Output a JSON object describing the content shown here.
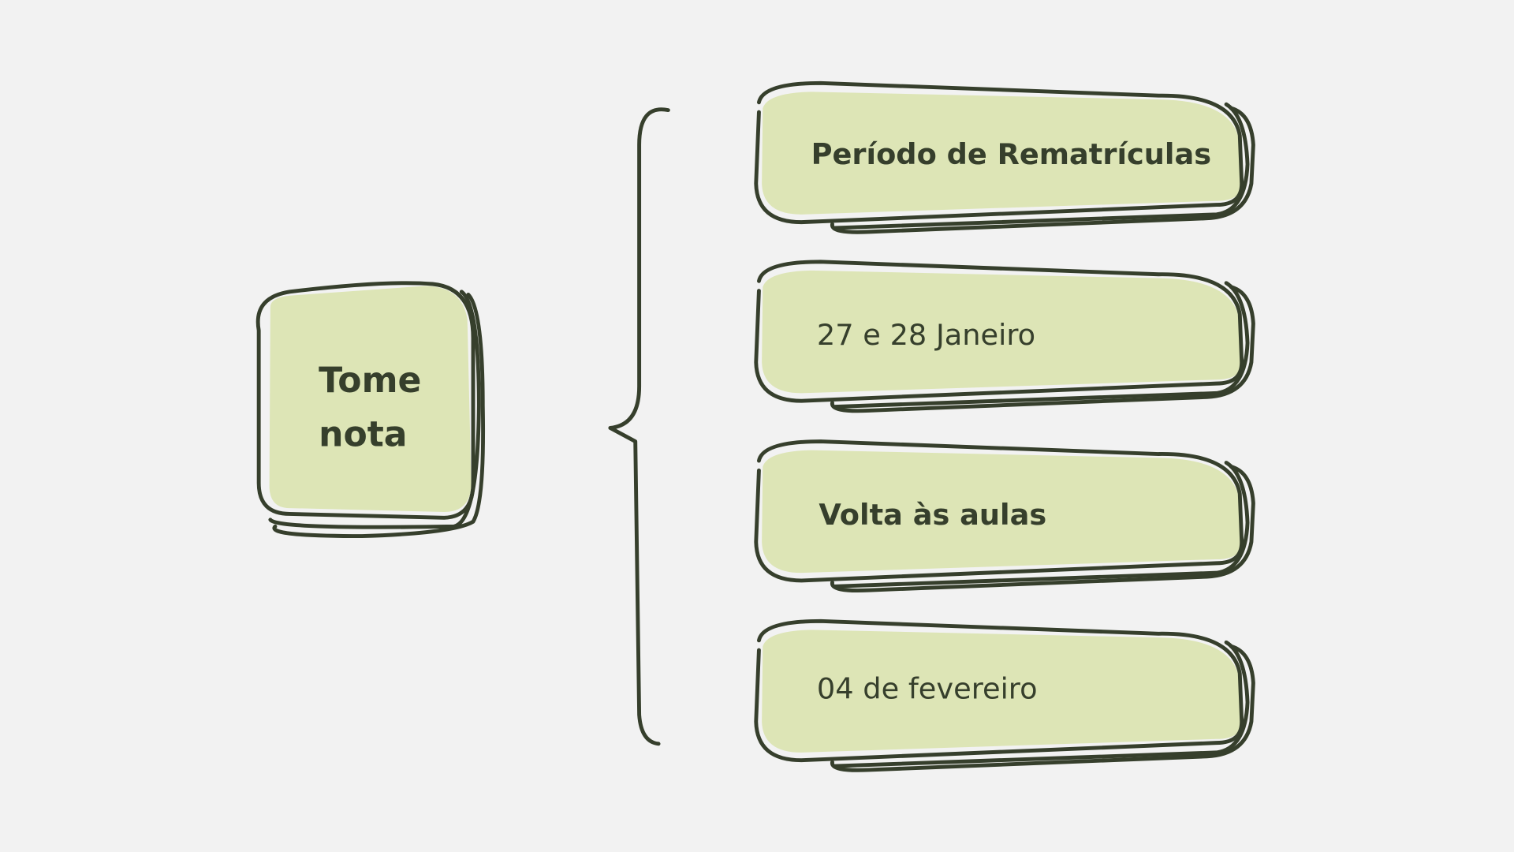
{
  "colors": {
    "background": "#f2f2f2",
    "box_fill": "#dde5b6",
    "ink": "#363f2c"
  },
  "left_note": {
    "line1": "Tome",
    "line2": "nota"
  },
  "items": [
    {
      "label": "Período de Rematrículas"
    },
    {
      "label": "27 e 28 Janeiro"
    },
    {
      "label": "Volta às aulas"
    },
    {
      "label": "04 de fevereiro"
    }
  ]
}
